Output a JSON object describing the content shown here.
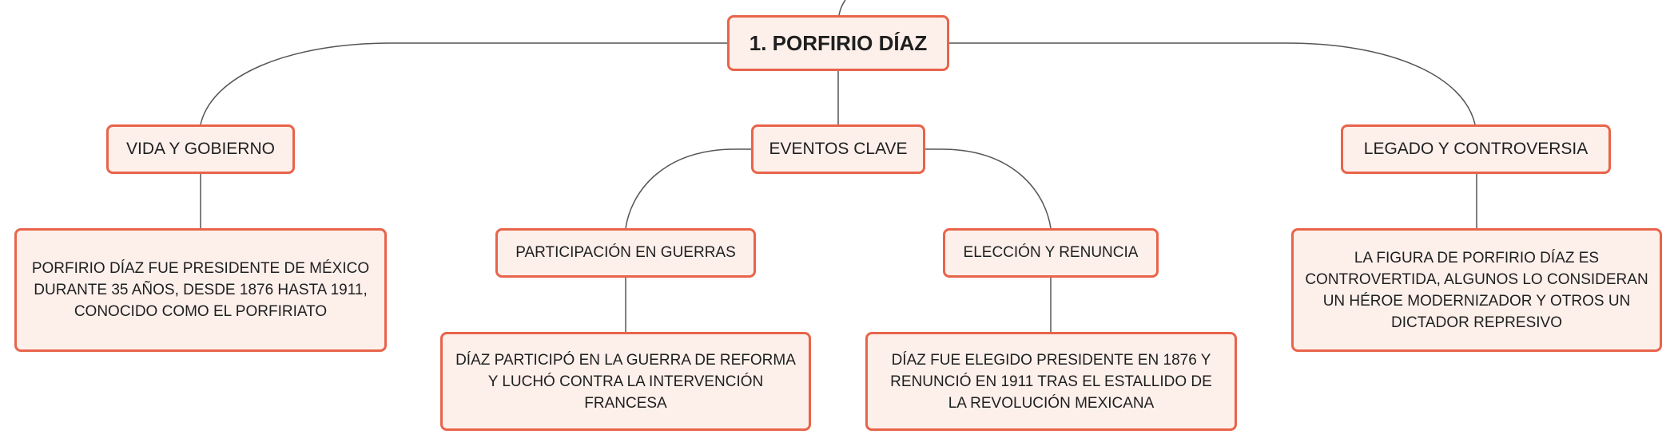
{
  "diagram": {
    "root": {
      "label": "1. PORFIRIO DÍAZ"
    },
    "branches": {
      "vida": {
        "label": "VIDA Y GOBIERNO",
        "detail": "PORFIRIO DÍAZ FUE PRESIDENTE DE MÉXICO DURANTE 35 AÑOS, DESDE 1876 HASTA 1911, CONOCIDO COMO EL PORFIRIATO"
      },
      "eventos": {
        "label": "EVENTOS CLAVE",
        "children": {
          "guerras": {
            "label": "PARTICIPACIÓN EN GUERRAS",
            "detail": "DÍAZ PARTICIPÓ EN LA GUERRA DE REFORMA Y LUCHÓ CONTRA LA INTERVENCIÓN FRANCESA"
          },
          "eleccion": {
            "label": "ELECCIÓN Y RENUNCIA",
            "detail": "DÍAZ FUE ELEGIDO PRESIDENTE EN 1876 Y RENUNCIÓ EN 1911 TRAS EL ESTALLIDO DE LA REVOLUCIÓN MEXICANA"
          }
        }
      },
      "legado": {
        "label": "LEGADO Y CONTROVERSIA",
        "detail": "LA FIGURA DE PORFIRIO DÍAZ ES CONTROVERTIDA, ALGUNOS LO CONSIDERAN UN HÉROE MODERNIZADOR Y OTROS UN DICTADOR REPRESIVO"
      }
    },
    "colors": {
      "node_border": "#e8644a",
      "node_fill": "#fdf0eb",
      "connector": "#555555"
    }
  }
}
